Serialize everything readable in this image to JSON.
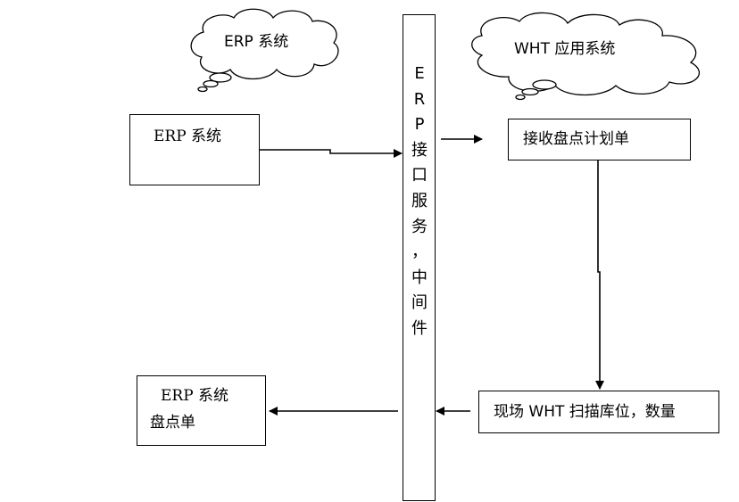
{
  "clouds": {
    "erp": {
      "label": "ERP 系统"
    },
    "wht": {
      "label": "WHT 应用系统"
    }
  },
  "boxes": {
    "erp_source": {
      "label": "ERP 系统"
    },
    "receive_plan": {
      "label": "接收盘点计划单"
    },
    "scan": {
      "label": "现场 WHT 扫描库位，数量"
    },
    "erp_result": {
      "line1": "ERP 系统",
      "line2": "盘点单"
    }
  },
  "middleware": {
    "chars": [
      "E",
      "R",
      "P",
      "接",
      "口",
      "服",
      "务",
      "，",
      "中",
      "间",
      "件"
    ]
  }
}
